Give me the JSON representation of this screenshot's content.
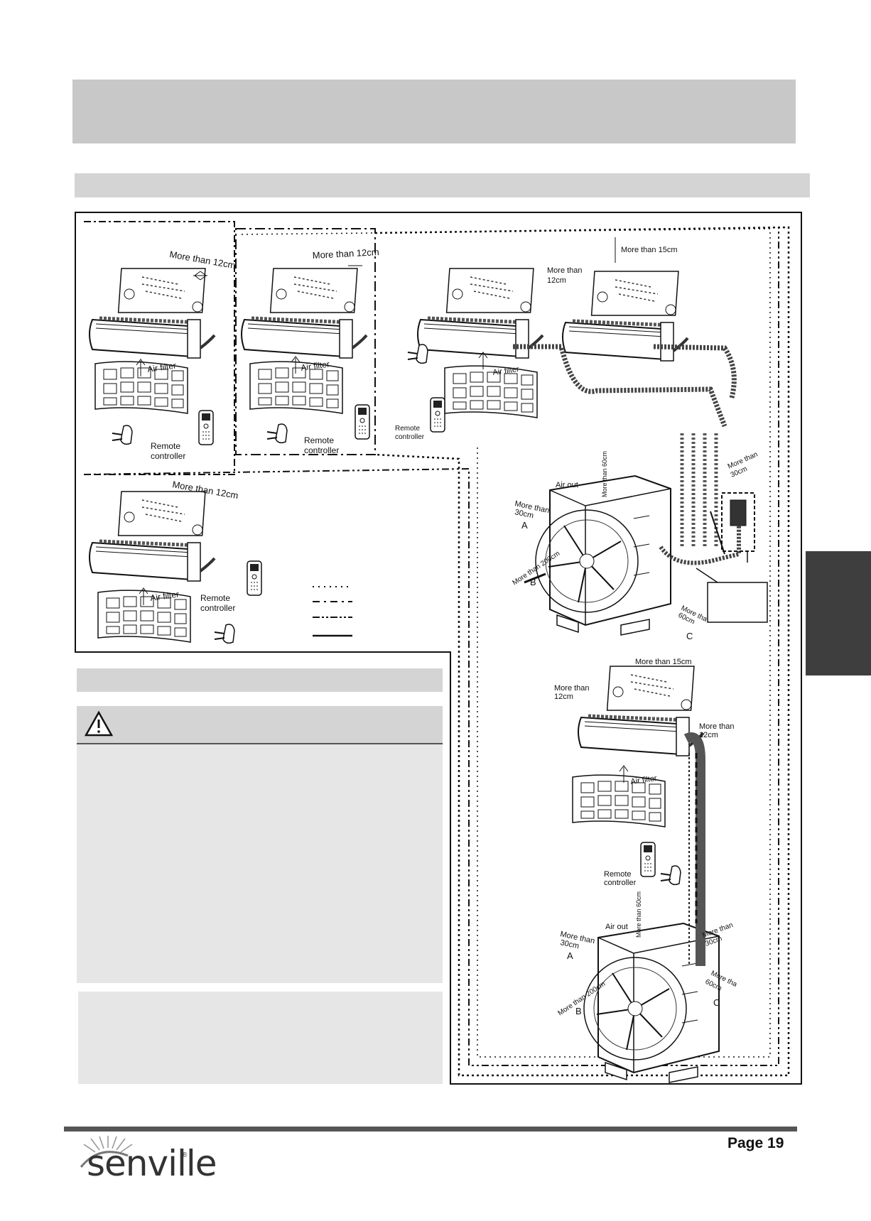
{
  "diagram": {
    "labels": {
      "more_than_12cm": "More than 12cm",
      "more_than_15cm": "More than 15cm",
      "more_than": "More than",
      "cm12": "12cm",
      "cm30": "30cm",
      "cm60": "60cm",
      "more_than_60cm": "More than 60cm",
      "more_than_200cm": "More than 200cm",
      "more_tha": "More tha",
      "air_filter": "Air filter",
      "remote": "Remote",
      "controller": "controller",
      "air_out": "Air out",
      "a": "A",
      "b": "B",
      "c": "C"
    }
  },
  "footer": {
    "page": "Page 19",
    "brand": "senville",
    "reg": "®"
  },
  "colors": {
    "banner": "#c8c8c8",
    "panel": "#e6e6e6",
    "tab": "#3e3e3e"
  }
}
